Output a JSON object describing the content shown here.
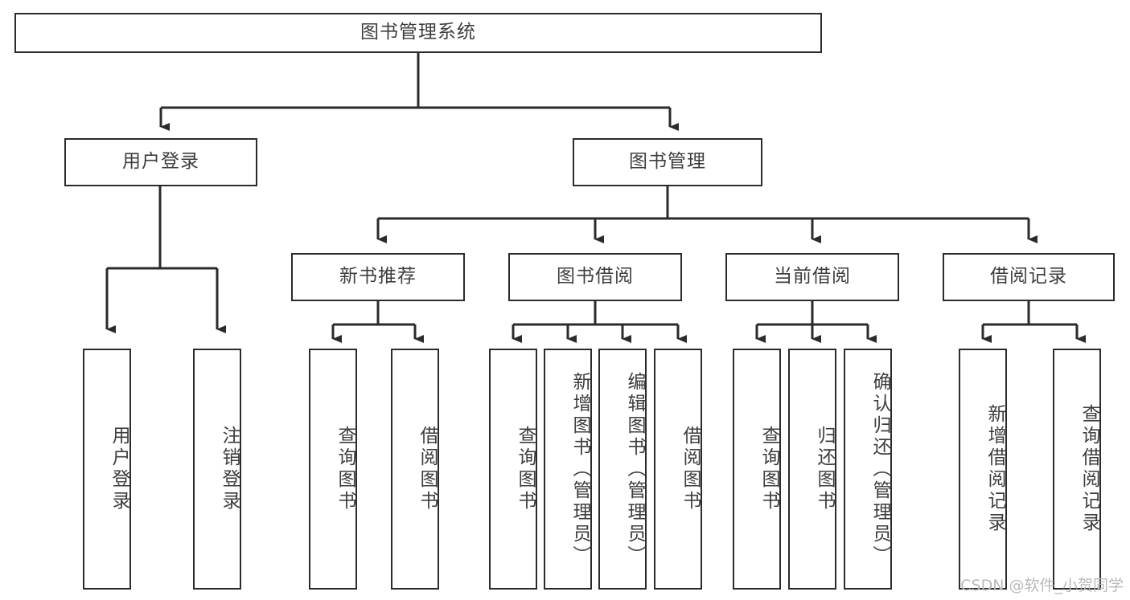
{
  "diagram": {
    "title": "图书管理系统",
    "type": "hierarchy-tree",
    "watermark": "CSDN @软件_小贺同学",
    "colors": {
      "stroke": "#2b2b2b",
      "text": "#3d3d3d",
      "background": "#ffffff",
      "watermark": "#b9b9b9"
    },
    "nodes": {
      "root": "图书管理系统",
      "level1": [
        "用户登录",
        "图书管理"
      ],
      "level2": [
        "新书推荐",
        "图书借阅",
        "当前借阅",
        "借阅记录"
      ],
      "leaves": {
        "user_login": [
          "用户登录",
          "注销登录"
        ],
        "new_book_recommend": [
          "查询图书",
          "借阅图书"
        ],
        "book_borrow": [
          "查询图书",
          "新增图书（管理员）",
          "编辑图书（管理员）",
          "借阅图书"
        ],
        "current_borrow": [
          "查询图书",
          "归还图书",
          "确认归还（管理员）"
        ],
        "borrow_record": [
          "新增借阅记录",
          "查询借阅记录"
        ]
      }
    }
  }
}
